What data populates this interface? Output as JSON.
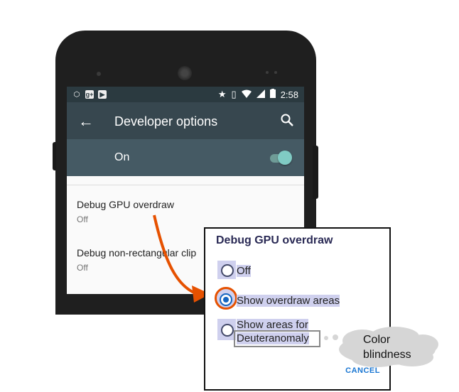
{
  "status_bar": {
    "time": "2:58"
  },
  "toolbar": {
    "title": "Developer options"
  },
  "master_switch": {
    "label": "On",
    "state": "on"
  },
  "settings": [
    {
      "title": "Debug GPU overdraw",
      "value": "Off"
    },
    {
      "title": "Debug non-rectangular clip",
      "value": "Off"
    }
  ],
  "dialog": {
    "title": "Debug GPU overdraw",
    "options": [
      {
        "label": "Off",
        "selected": false
      },
      {
        "label": "Show overdraw areas",
        "selected": true
      },
      {
        "label_line1": "Show areas for",
        "label_line2": "Deuteranomaly",
        "selected": false
      }
    ],
    "cancel_label": "CANCEL"
  },
  "callout": {
    "line1": "Color",
    "line2": "blindness"
  },
  "colors": {
    "arrow": "#e65100",
    "accent": "#80cbc4",
    "toolbar": "#37474f"
  }
}
